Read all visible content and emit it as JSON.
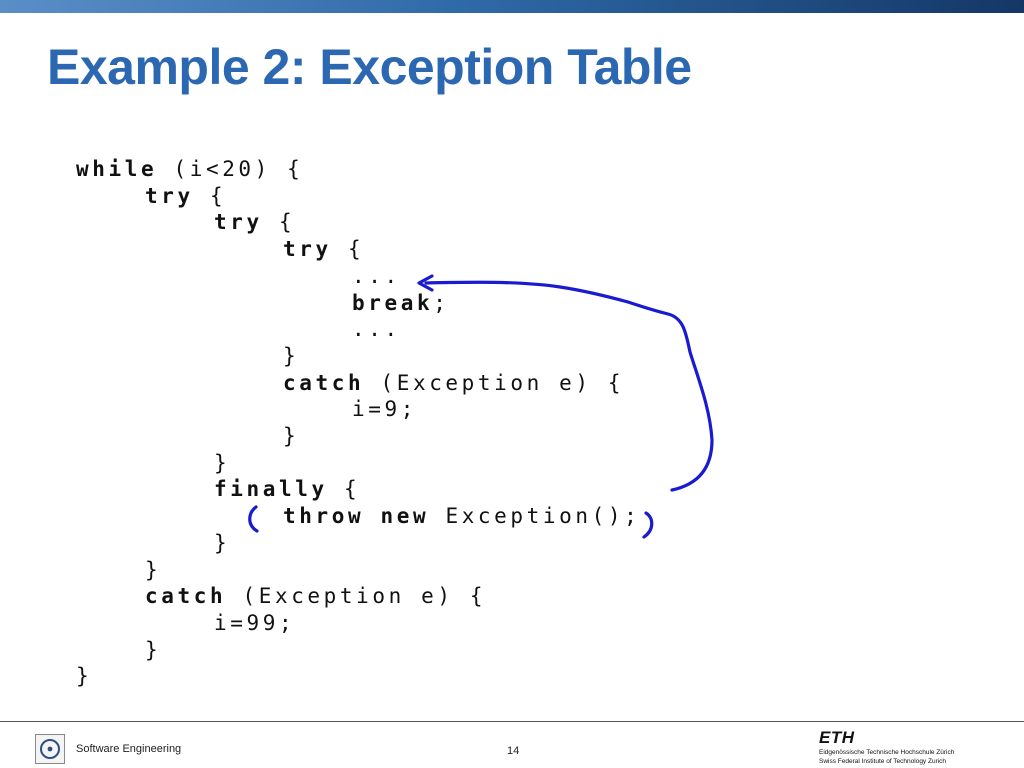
{
  "slide": {
    "title": "Example 2: Exception Table"
  },
  "code": {
    "lines": [
      {
        "indent": 0,
        "kw": "while",
        "rest": " (i<20) {"
      },
      {
        "indent": 1,
        "kw": "try",
        "rest": " {"
      },
      {
        "indent": 2,
        "kw": "try",
        "rest": " {"
      },
      {
        "indent": 3,
        "kw": "try",
        "rest": " {"
      },
      {
        "indent": 4,
        "kw": "",
        "rest": "..."
      },
      {
        "indent": 4,
        "kw": "break",
        "rest": ";"
      },
      {
        "indent": 4,
        "kw": "",
        "rest": "..."
      },
      {
        "indent": 3,
        "kw": "",
        "rest": "}"
      },
      {
        "indent": 3,
        "kw": "catch",
        "rest": " (Exception e) {"
      },
      {
        "indent": 4,
        "kw": "",
        "rest": "i=9;"
      },
      {
        "indent": 3,
        "kw": "",
        "rest": "}"
      },
      {
        "indent": 2,
        "kw": "",
        "rest": "}"
      },
      {
        "indent": 2,
        "kw": "finally",
        "rest": " {"
      },
      {
        "indent": 3,
        "kw": "throw new",
        "rest": " Exception();"
      },
      {
        "indent": 2,
        "kw": "",
        "rest": "}"
      },
      {
        "indent": 1,
        "kw": "",
        "rest": "}"
      },
      {
        "indent": 1,
        "kw": "catch",
        "rest": " (Exception e) {"
      },
      {
        "indent": 2,
        "kw": "",
        "rest": "i=99;"
      },
      {
        "indent": 1,
        "kw": "",
        "rest": "}"
      },
      {
        "indent": 0,
        "kw": "",
        "rest": "}"
      }
    ]
  },
  "annotations": {
    "color": "#1a1ad0",
    "arrow_icon": "hand-drawn-arrow",
    "bracket_icon": "hand-drawn-parentheses"
  },
  "footer": {
    "course": "Software Engineering",
    "page": "14",
    "institution_logo": "ETH",
    "institution_de": "Eidgenössische Technische Hochschule Zürich",
    "institution_en": "Swiss Federal Institute of Technology Zurich"
  }
}
